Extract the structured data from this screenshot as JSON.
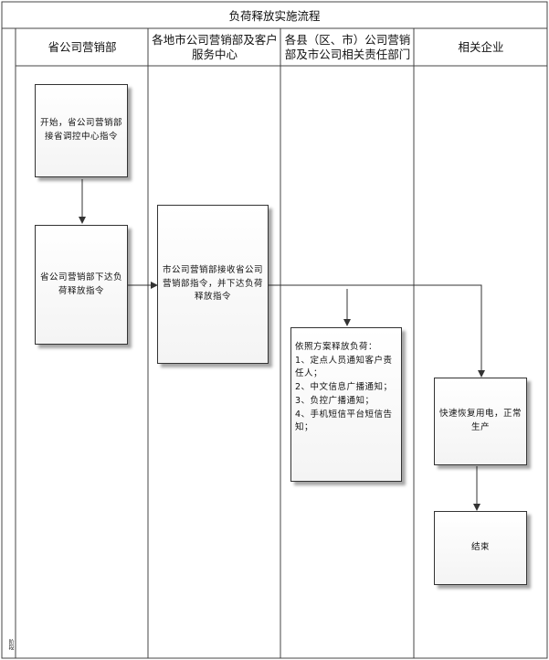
{
  "title": "负荷释放实施流程",
  "side_label": "阶段",
  "lanes": [
    {
      "label": "省公司营销部"
    },
    {
      "label": "各地市公司营销部及客户服务中心"
    },
    {
      "label": "各县（区、市）公司营销部及市公司相关责任部门"
    },
    {
      "label": "相关企业"
    }
  ],
  "nodes": {
    "start": "开始，省公司营销部接省调控中心指令",
    "issue": "省公司营销部下达负荷释放指令",
    "city": "市公司营销部接收省公司营销部指令，并下达负荷释放指令",
    "county": "依照方案释放负荷：\n1、定点人员通知客户责任人；\n2、中文信息广播通知；\n3、负控广播通知；\n4、手机短信平台短信告知；",
    "restore": "快速恢复用电，正常生产",
    "end": "结束"
  }
}
